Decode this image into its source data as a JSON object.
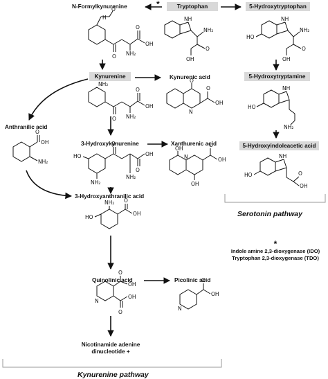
{
  "compounds": {
    "n_formylkynurenine": "N-Formylkynurenine",
    "tryptophan": "Tryptophan",
    "hydroxytryptophan": "5-Hydroxytryptophan",
    "kynurenine": "Kynurenine",
    "kynurenic_acid": "Kynurenic acid",
    "hydroxytryptamine": "5-Hydroxytryptamine",
    "anthranilic_acid": "Anthranilic acid",
    "hydroxykynurenine": "3-Hydroxykynurenine",
    "xanthurenic_acid": "Xanthurenic acid",
    "hiaa": "5-Hydroxyindoleacetic acid",
    "hydroxyanthranilic_acid": "3-Hydroxyanthranilic acid",
    "quinolinic_acid": "Quinolinic acid",
    "picolinic_acid": "Picolinic acid",
    "nad_line1": "Nicotinamide adenine",
    "nad_line2": "dinucleotide +"
  },
  "pathways": {
    "serotonin": "Serotonin pathway",
    "kynurenine": "Kynurenine pathway"
  },
  "legend": {
    "marker": "*",
    "ido": "Indole amine 2,3-dioxygenase (IDO)",
    "tdo": "Tryptophan 2,3-dioxygenase (TDO)"
  },
  "atoms": {
    "nh2": "NH₂",
    "oh": "OH",
    "o": "O",
    "n": "N",
    "nh": "NH",
    "ho": "HO",
    "h": "H"
  },
  "colors": {
    "box_fill": "#d9d9d9",
    "line": "#111111",
    "bracket": "#999999"
  }
}
